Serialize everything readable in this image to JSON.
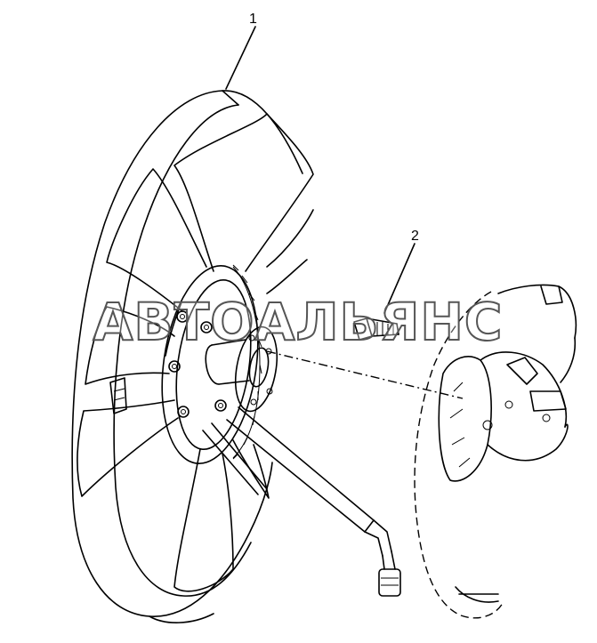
{
  "callouts": {
    "fan": "1",
    "bolt": "2"
  },
  "watermark": {
    "text": "АВТОАЛЬЯНС"
  },
  "colors": {
    "line": "#000000",
    "background": "#ffffff",
    "watermark_outline": "#555555"
  }
}
